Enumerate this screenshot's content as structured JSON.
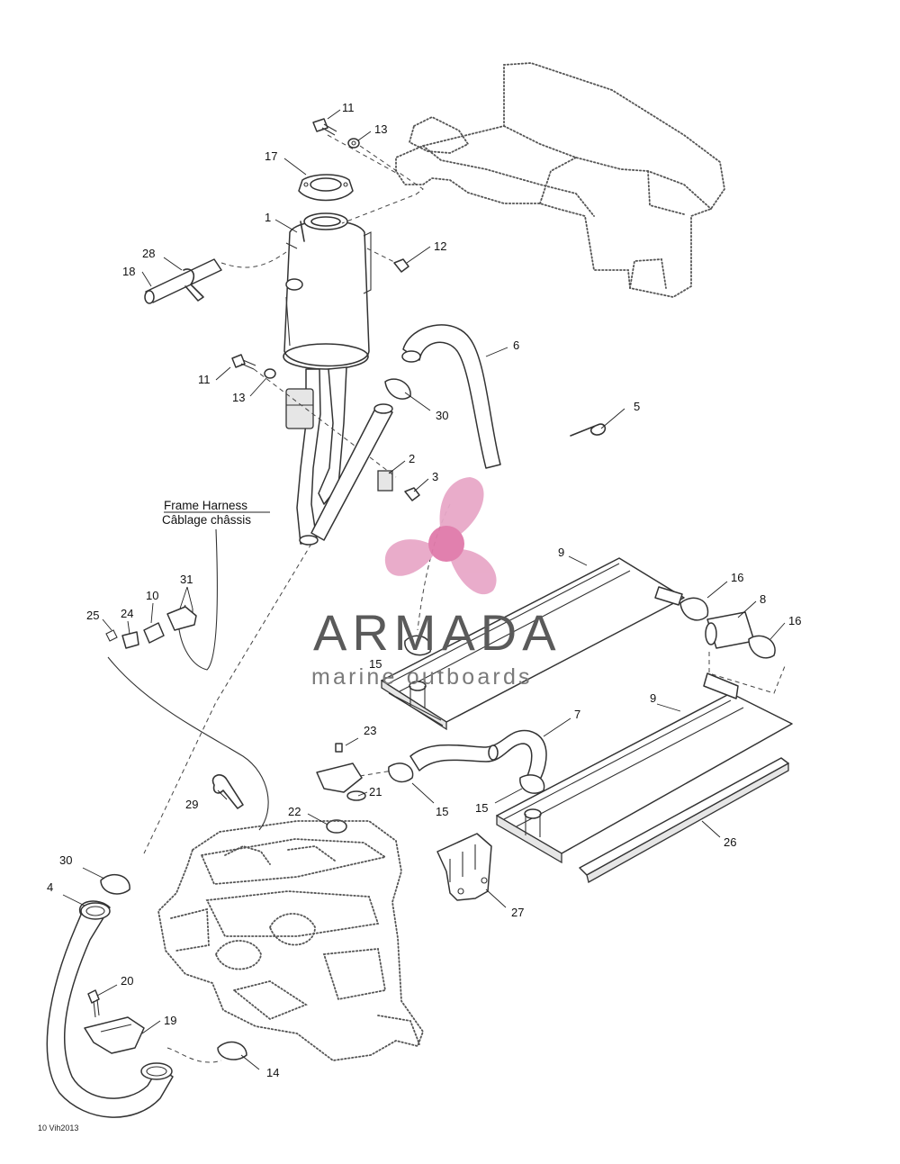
{
  "labels": {
    "harness_en": "Frame Harness",
    "harness_fr": "Câblage châssis",
    "reference": "10 Vih2013"
  },
  "watermark": {
    "brand": "ARMADA",
    "tagline": "marine outboards",
    "logo_color": "#e8a8c8",
    "logo_center_color": "#e07aaa"
  },
  "callouts": {
    "n1": "1",
    "n2": "2",
    "n3": "3",
    "n4": "4",
    "n5": "5",
    "n6": "6",
    "n7": "7",
    "n8": "8",
    "n9a": "9",
    "n9b": "9",
    "n10": "10",
    "n11a": "11",
    "n11b": "11",
    "n12": "12",
    "n13a": "13",
    "n13b": "13",
    "n14": "14",
    "n15a": "15",
    "n15b": "15",
    "n15c": "15",
    "n16a": "16",
    "n16b": "16",
    "n17": "17",
    "n18": "18",
    "n19": "19",
    "n20": "20",
    "n21": "21",
    "n22": "22",
    "n23": "23",
    "n24": "24",
    "n25": "25",
    "n26": "26",
    "n27": "27",
    "n28": "28",
    "n29": "29",
    "n30a": "30",
    "n30b": "30",
    "n31": "31"
  }
}
